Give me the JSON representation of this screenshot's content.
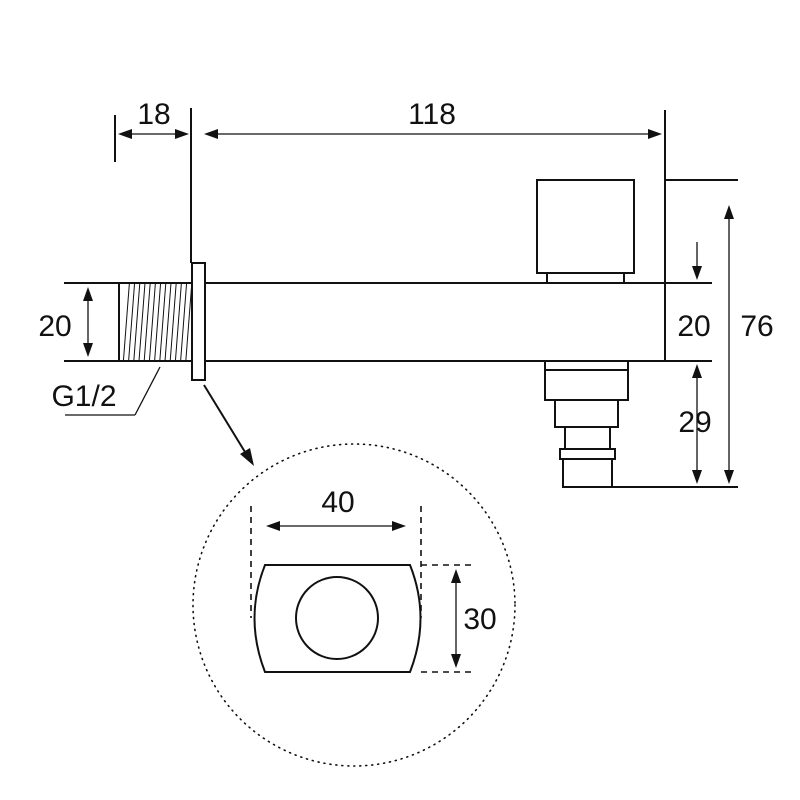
{
  "dimensions": {
    "wall_plate_offset": "18",
    "spout_length": "118",
    "pipe_diameter_left": "20",
    "thread_spec": "G1/2",
    "pipe_diameter_right": "20",
    "total_height": "76",
    "outlet_height": "29",
    "flange_width": "40",
    "flange_height": "30"
  }
}
